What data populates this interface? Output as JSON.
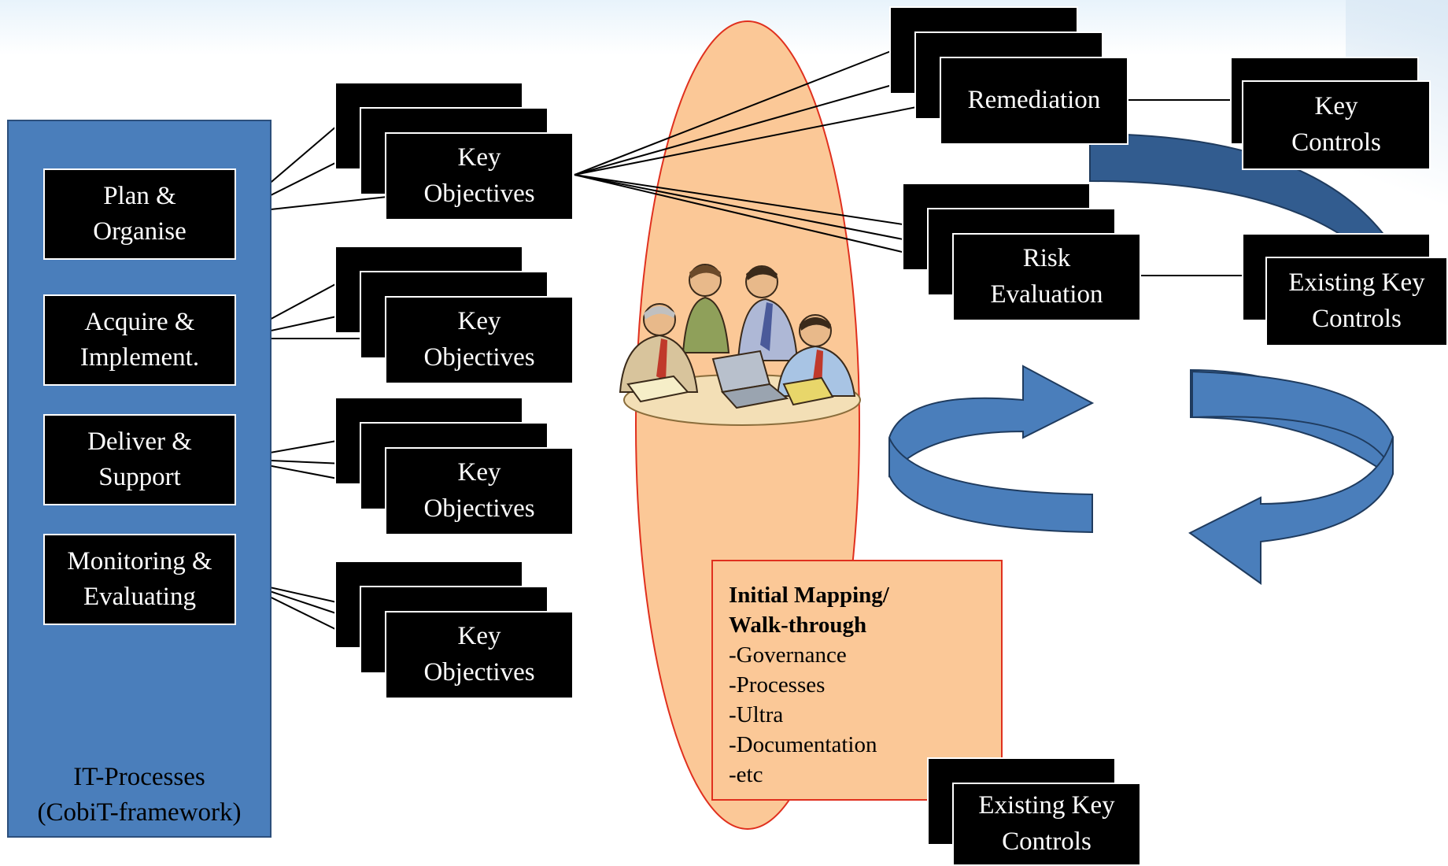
{
  "panel": {
    "caption_line1": "IT-Processes",
    "caption_line2": "(CobiT-framework)"
  },
  "processes": [
    {
      "line1": "Plan &",
      "line2": "Organise"
    },
    {
      "line1": "Acquire &",
      "line2": "Implement."
    },
    {
      "line1": "Deliver &",
      "line2": "Support"
    },
    {
      "line1": "Monitoring &",
      "line2": "Evaluating"
    }
  ],
  "objectives": [
    {
      "line1": "Key",
      "line2": "Objectives"
    },
    {
      "line1": "Key",
      "line2": "Objectives"
    },
    {
      "line1": "Key",
      "line2": "Objectives"
    },
    {
      "line1": "Key",
      "line2": "Objectives"
    }
  ],
  "remediation": {
    "label": "Remediation"
  },
  "risk": {
    "line1": "Risk",
    "line2": "Evaluation"
  },
  "key_controls": {
    "line1": "Key",
    "line2": "Controls"
  },
  "existing_controls_top": {
    "line1": "Existing Key",
    "line2": "Controls"
  },
  "existing_controls_bottom": {
    "line1": "Existing Key",
    "line2": "Controls"
  },
  "note": {
    "title_line1": "Initial Mapping/",
    "title_line2": "Walk-through",
    "items": [
      "-Governance",
      "-Processes",
      "-Ultra",
      "-Documentation",
      "-etc"
    ]
  },
  "colors": {
    "panel": "#4a7ebb",
    "ellipse": "#fbc897",
    "ellipse_border": "#e0301e",
    "arrow": "#4a7ebb",
    "box": "#000000"
  }
}
